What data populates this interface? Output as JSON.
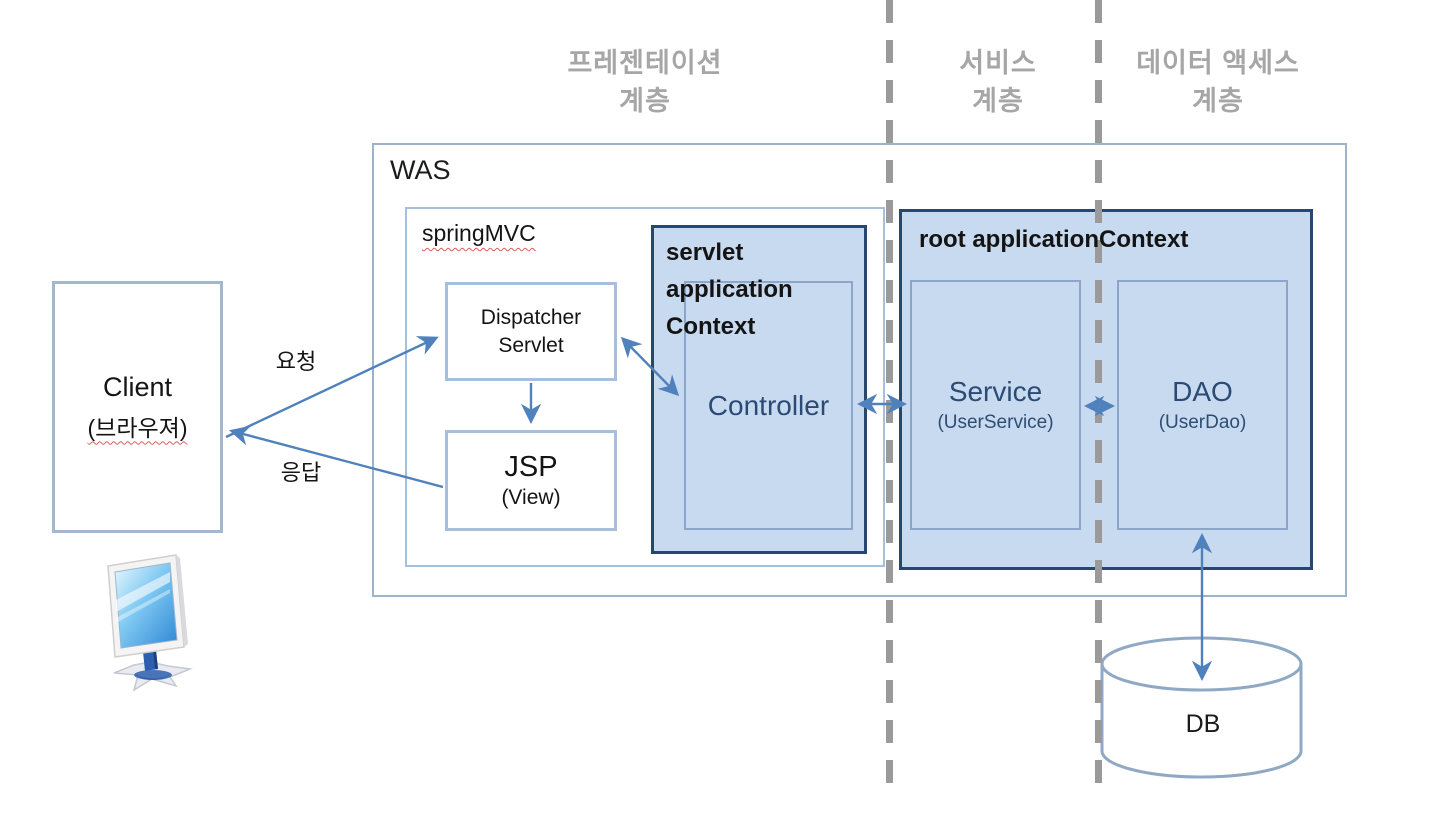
{
  "lanes": {
    "presentation": {
      "line1": "프레젠테이션",
      "line2": "계층"
    },
    "service": {
      "line1": "서비스",
      "line2": "계층"
    },
    "data_access": {
      "line1": "데이터 액세스",
      "line2": "계층"
    }
  },
  "was": {
    "label": "WAS"
  },
  "spring_mvc": {
    "label": "springMVC"
  },
  "servlet_context": {
    "title": "servlet application Context"
  },
  "controller": {
    "label": "Controller"
  },
  "root_context": {
    "title": "root applicationContext"
  },
  "service_box": {
    "title": "Service",
    "subtitle": "(UserService)"
  },
  "dao_box": {
    "title": "DAO",
    "subtitle": "(UserDao)"
  },
  "client": {
    "title": "Client",
    "subtitle": "(브라우져)"
  },
  "dispatcher": {
    "line1": "Dispatcher",
    "line2": "Servlet"
  },
  "jsp": {
    "title": "JSP",
    "subtitle": "(View)"
  },
  "db": {
    "label": "DB"
  },
  "flows": {
    "request": "요청",
    "response": "응답"
  },
  "icons": {
    "client_device": "computer-monitor-icon",
    "database": "db-cylinder-icon"
  },
  "colors": {
    "context_fill_blue": "#c8daef",
    "border_dark_navy": "#29466e",
    "border_light_blue": "#a6c0dc",
    "border_mid_blue": "#a2b8cf",
    "inner_border_blue": "#8ba6c9",
    "arrow_blue": "#4f81bd",
    "lane_label_gray": "#a6a6a6",
    "dashed_line_gray": "#9a9a9a",
    "context_text_navy": "#2b4a74",
    "squiggle_red": "#e05c5c"
  }
}
